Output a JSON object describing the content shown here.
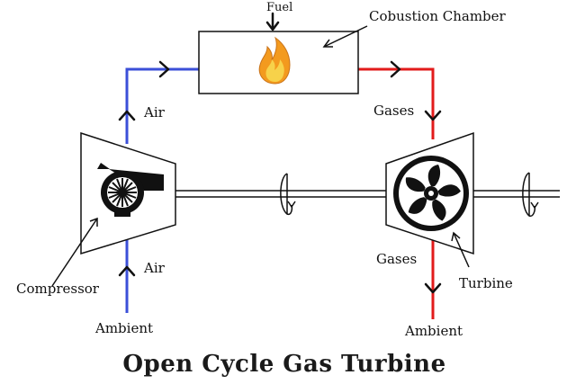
{
  "labels": {
    "fuel": "Fuel",
    "combustion_chamber": "Cobustion Chamber",
    "air_top": "Air",
    "air_bottom": "Air",
    "gases_top": "Gases",
    "gases_bottom": "Gases",
    "compressor": "Compressor",
    "turbine": "Turbine",
    "ambient_left": "Ambient",
    "ambient_right": "Ambient"
  },
  "title": "Open Cycle Gas Turbine",
  "colors": {
    "air_line": "#3b4fd8",
    "gas_line": "#e21b1b",
    "outline": "#111111",
    "flame_outer": "#f39a1e",
    "flame_inner": "#f7d24a"
  },
  "icons": {
    "compressor": "blower-icon",
    "turbine": "fan-icon",
    "flame": "fire-icon",
    "rotation": "rotation-arrow-icon"
  }
}
